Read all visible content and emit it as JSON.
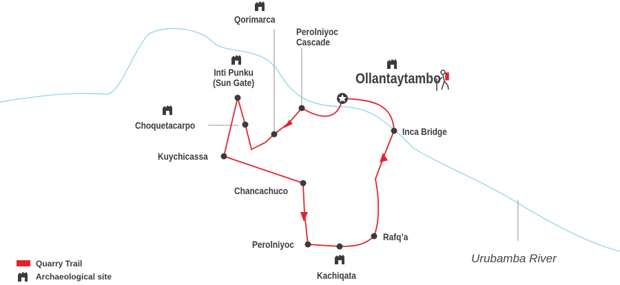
{
  "title": "Quarry Trail Map",
  "start": "Ollantaytambo",
  "places": {
    "qorimarca": "Qorimarca",
    "perolniyoc_cascade_1": "Perolniyoc",
    "perolniyoc_cascade_2": "Cascade",
    "ollantaytambo": "Ollantaytambo",
    "inti_punku_1": "Inti Punku",
    "inti_punku_2": "(Sun Gate)",
    "choquetacarpo": "Choquetacarpo",
    "inca_bridge": "Inca Bridge",
    "kuychicassa": "Kuychicassa",
    "chancachuco": "Chancachuco",
    "rafqa": "Rafq’a",
    "perolniyoc": "Perolniyoc",
    "kachiqata": "Kachiqata"
  },
  "river": "Urubamba River",
  "legend": {
    "trail": "Quarry Trail",
    "site": "Archaeological site"
  },
  "colors": {
    "trail": "#e3232c",
    "river": "#8fd3ee",
    "ink": "#3a3b3d"
  }
}
